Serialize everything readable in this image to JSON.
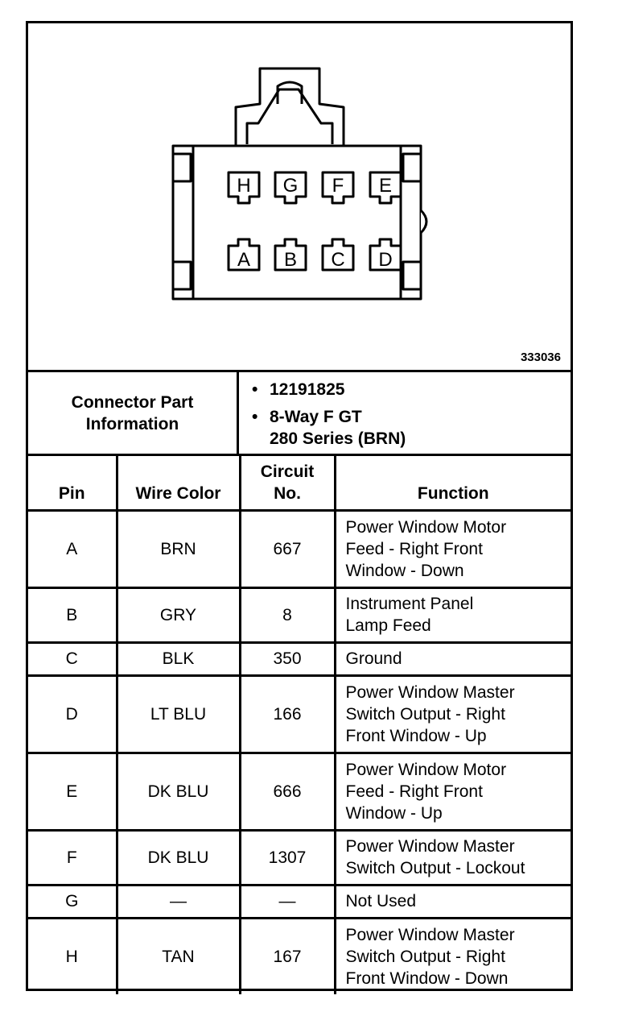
{
  "diagram": {
    "figure_id": "333036",
    "connector": {
      "top_row_pins": [
        "H",
        "G",
        "F",
        "E"
      ],
      "bottom_row_pins": [
        "A",
        "B",
        "C",
        "D"
      ]
    }
  },
  "part_info": {
    "label": "Connector Part\nInformation",
    "items": [
      "12191825",
      "8-Way F GT\n280 Series (BRN)"
    ]
  },
  "table": {
    "headers": {
      "pin": "Pin",
      "wire_color": "Wire Color",
      "circuit": "Circuit\nNo.",
      "function": "Function"
    },
    "rows": [
      {
        "pin": "A",
        "wire_color": "BRN",
        "circuit": "667",
        "function": "Power Window Motor\nFeed - Right Front\nWindow - Down"
      },
      {
        "pin": "B",
        "wire_color": "GRY",
        "circuit": "8",
        "function": "Instrument Panel\nLamp Feed"
      },
      {
        "pin": "C",
        "wire_color": "BLK",
        "circuit": "350",
        "function": "Ground"
      },
      {
        "pin": "D",
        "wire_color": "LT BLU",
        "circuit": "166",
        "function": "Power Window Master\nSwitch Output - Right\nFront Window - Up"
      },
      {
        "pin": "E",
        "wire_color": "DK BLU",
        "circuit": "666",
        "function": "Power Window Motor\nFeed - Right Front\nWindow - Up"
      },
      {
        "pin": "F",
        "wire_color": "DK BLU",
        "circuit": "1307",
        "function": "Power Window Master\nSwitch Output - Lockout"
      },
      {
        "pin": "G",
        "wire_color": "—",
        "circuit": "—",
        "function": "Not Used"
      },
      {
        "pin": "H",
        "wire_color": "TAN",
        "circuit": "167",
        "function": "Power Window Master\nSwitch Output - Right\nFront Window - Down"
      }
    ]
  }
}
